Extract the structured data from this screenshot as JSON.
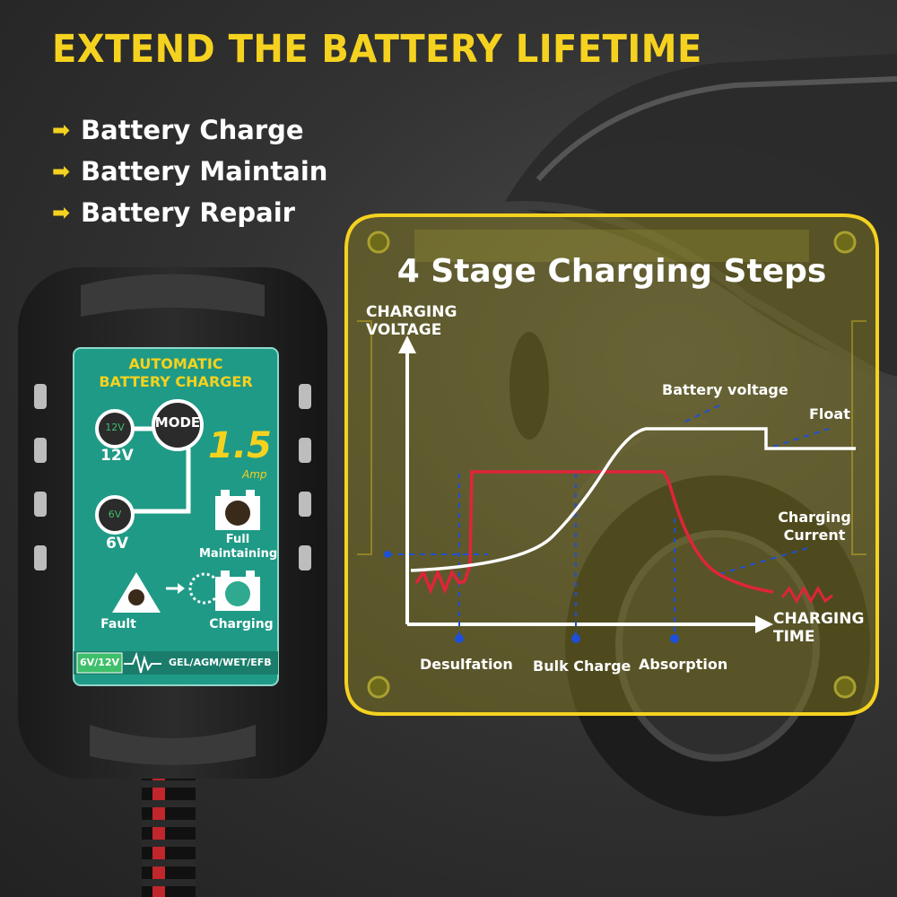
{
  "headline": "EXTEND THE BATTERY LIFETIME",
  "features": [
    "Battery Charge",
    "Battery Maintain",
    "Battery Repair"
  ],
  "charger": {
    "title_line1": "AUTOMATIC",
    "title_line2": "BATTERY CHARGER",
    "mode_label": "MODE",
    "btn_12v": "12V",
    "label_12v": "12V",
    "btn_6v": "6V",
    "label_6v": "6V",
    "amp_value": "1.5",
    "amp_unit": "Amp",
    "full_maintaining_line1": "Full",
    "full_maintaining_line2": "Maintaining",
    "fault_label": "Fault",
    "charging_label": "Charging",
    "voltage_badge": "6V/12V",
    "battery_types": "GEL/AGM/WET/EFB"
  },
  "chart": {
    "title": "4 Stage Charging Steps",
    "y_axis_line1": "CHARGING",
    "y_axis_line2": "VOLTAGE",
    "x_axis_line1": "CHARGING",
    "x_axis_line2": "TIME",
    "label_battery_voltage": "Battery voltage",
    "label_float": "Float",
    "label_current_line1": "Charging",
    "label_current_line2": "Current",
    "stages": [
      "Desulfation",
      "Bulk Charge",
      "Absorption"
    ]
  },
  "colors": {
    "accent": "#f5d21f",
    "charger_panel": "#1f9a86",
    "current_line": "#e0243a",
    "voltage_line": "#ffffff",
    "marker": "#1d4fd8"
  }
}
